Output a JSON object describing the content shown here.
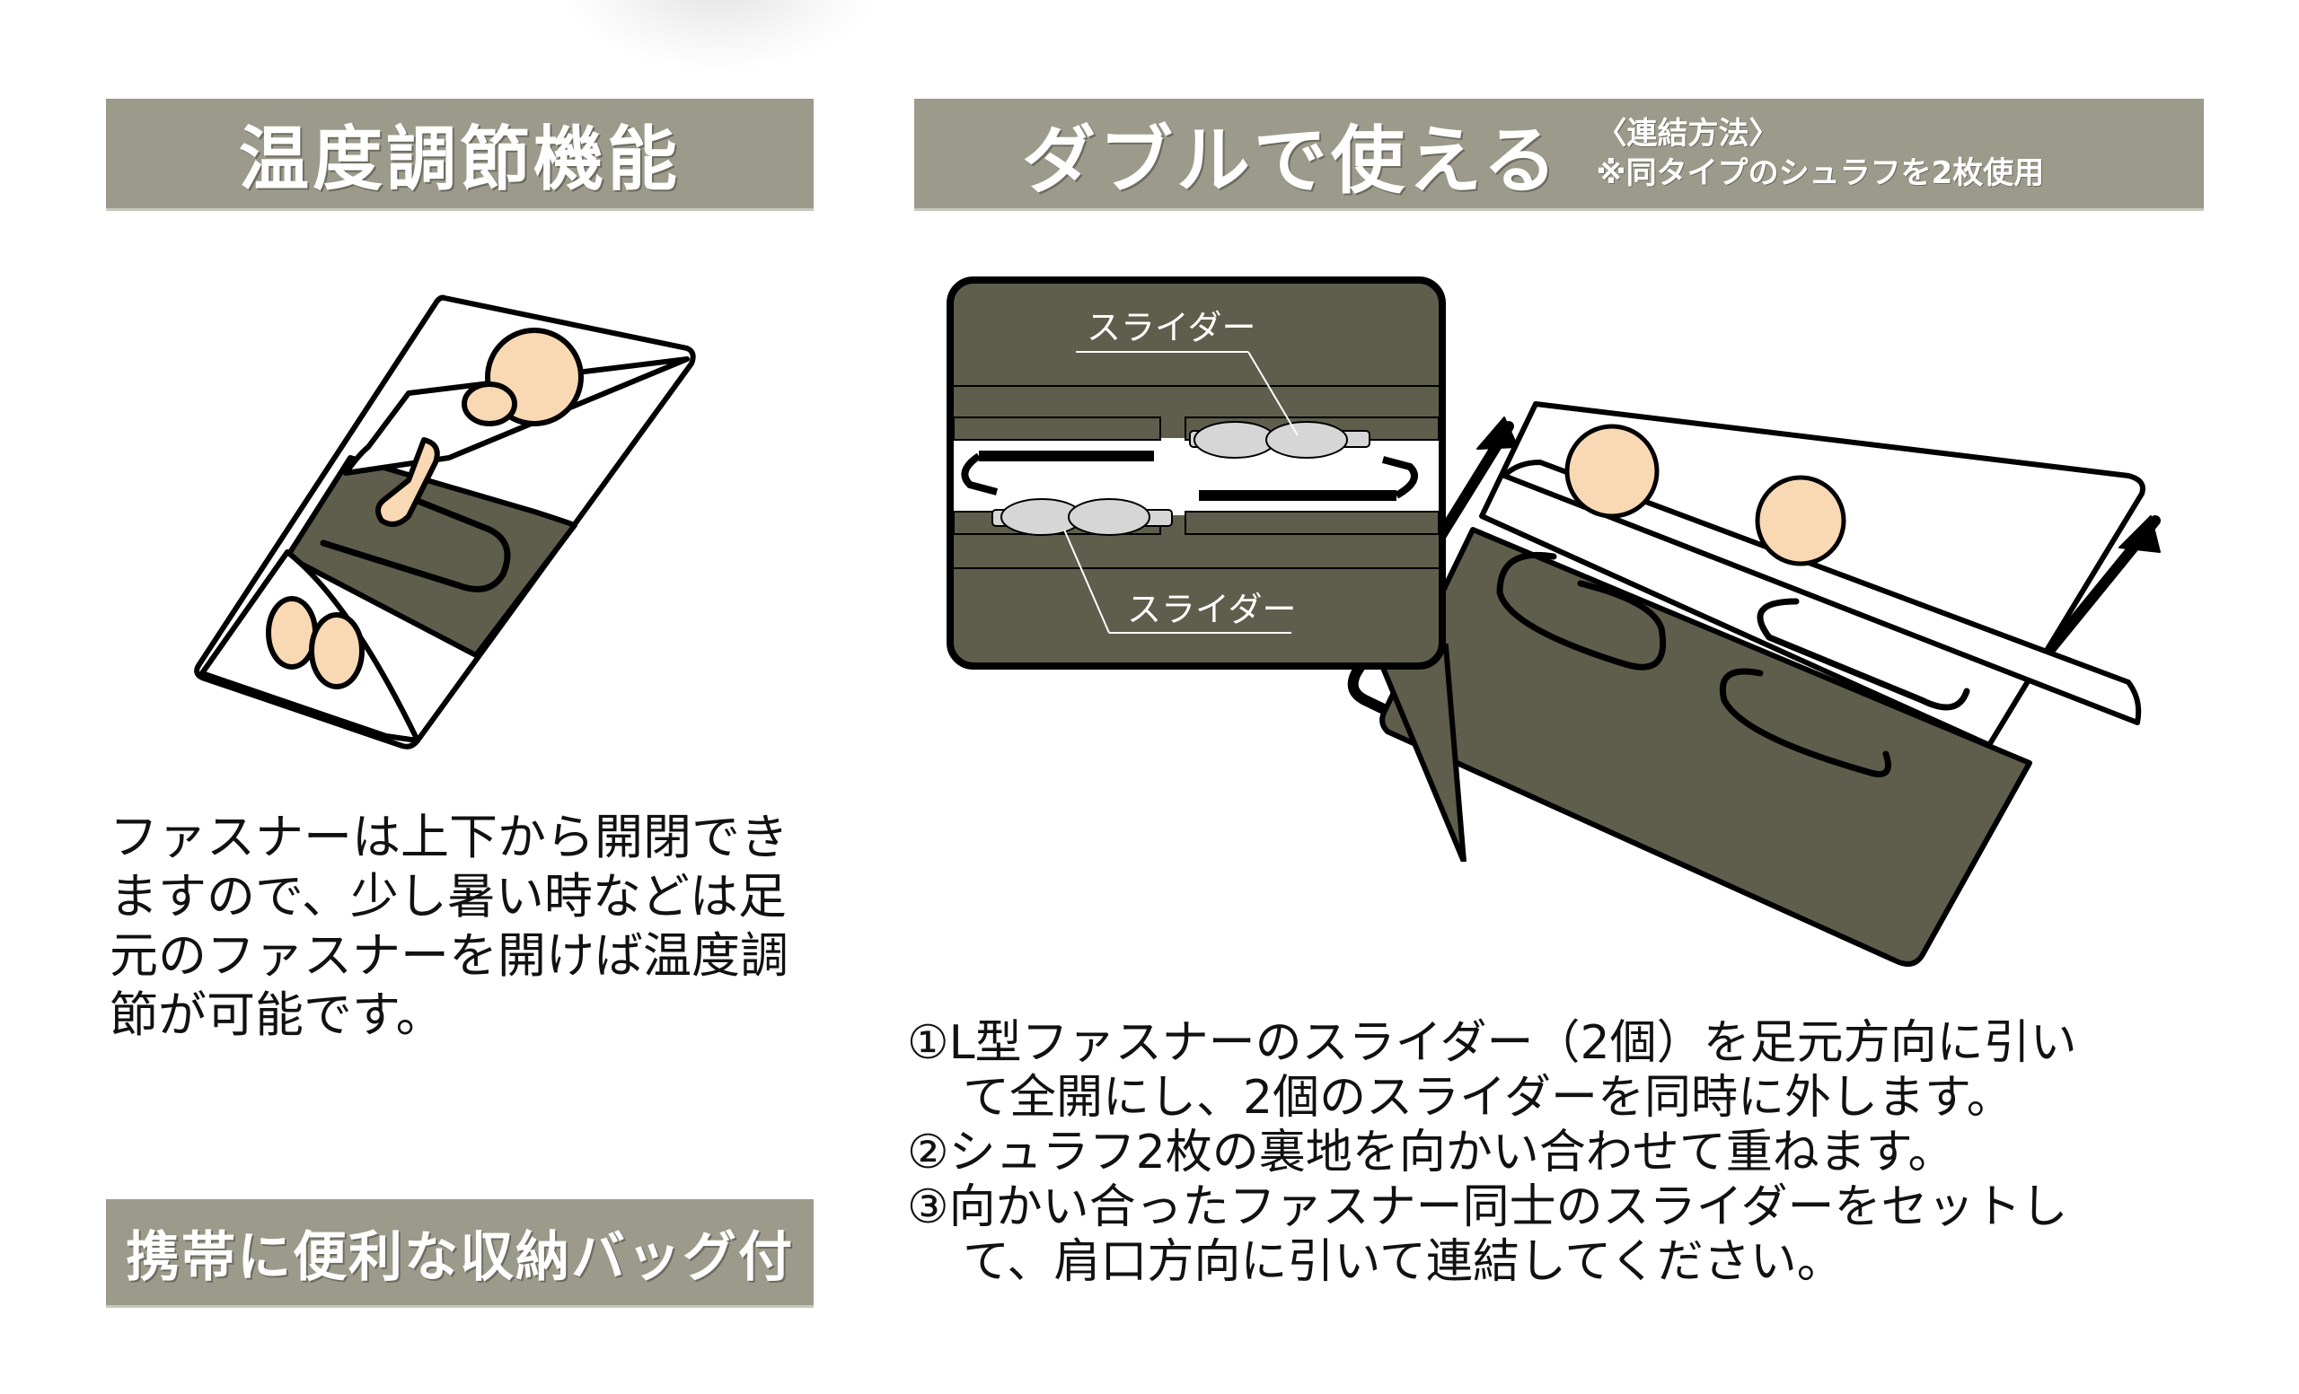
{
  "colors": {
    "banner_bg": "#9c9a8a",
    "banner_text": "#ffffff",
    "olive": "#5f5e4c",
    "skin": "#f9d8b4",
    "outline": "#000000"
  },
  "section_temperature": {
    "title": "温度調節機能",
    "description_lines": [
      "ファスナーは上下から開閉でき",
      "ますので、少し暑い時などは足",
      "元のファスナーを開けば温度調",
      "節が可能です。"
    ],
    "illustration": "single-sleeping-bag-open-foot-icon"
  },
  "section_storage": {
    "title": "携帯に便利な収納バッグ付"
  },
  "section_double": {
    "title": "ダブルで使える",
    "subtitle": "〈連結方法〉",
    "note": "※同タイプのシュラフを2枚使用",
    "zipper_diagram": {
      "label_top": "スライダー",
      "label_bottom": "スライダー"
    },
    "illustration": "double-sleeping-bag-icon",
    "steps": [
      {
        "lines": [
          "①L型ファスナーのスライダー（2個）を足元方向に引い",
          "て全開にし、2個のスライダーを同時に外します。"
        ]
      },
      {
        "lines": [
          "②シュラフ2枚の裏地を向かい合わせて重ねます。"
        ]
      },
      {
        "lines": [
          "③向かい合ったファスナー同士のスライダーをセットし",
          "て、肩口方向に引いて連結してください。"
        ]
      }
    ]
  }
}
